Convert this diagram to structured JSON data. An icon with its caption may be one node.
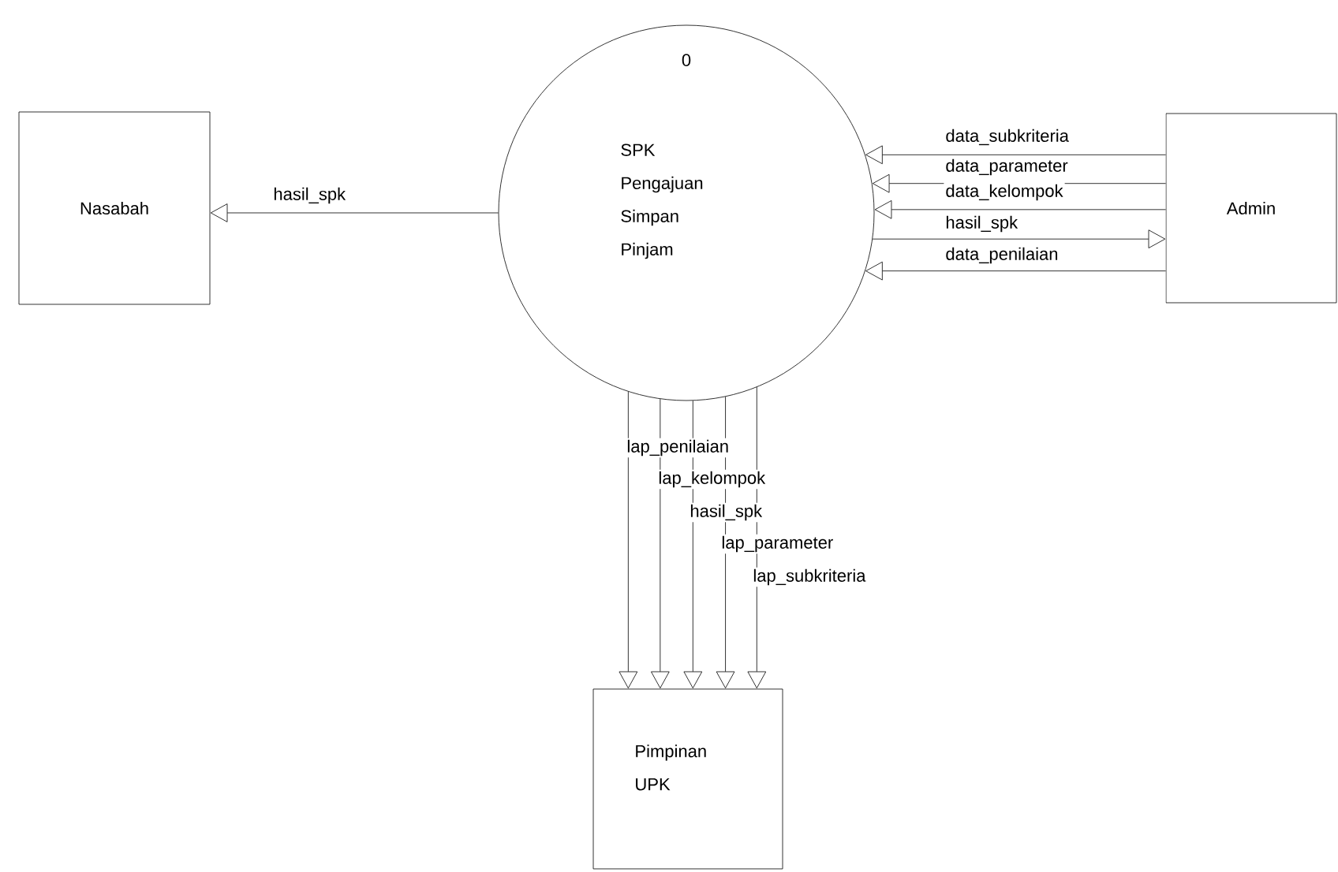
{
  "diagram": {
    "nodes": [
      {
        "text": [
          "0",
          "SPK Pengajuan Simpan Pinjam"
        ]
      },
      {
        "text": [
          "Nasabah"
        ]
      },
      {
        "text": [
          "Admin"
        ]
      },
      {
        "text": [
          "Pimpinan UPK"
        ]
      }
    ],
    "edges": [
      {
        "from": 0,
        "to": 1,
        "arrow": "to",
        "label": "hasil_spk"
      },
      {
        "from": 2,
        "to": 0,
        "arrow": "to",
        "label": "data_subkriteria"
      },
      {
        "from": 2,
        "to": 0,
        "arrow": "to",
        "label": "data_parameter"
      },
      {
        "from": 2,
        "to": 0,
        "arrow": "to",
        "label": "data_kelompok"
      },
      {
        "from": 0,
        "to": 2,
        "arrow": "to",
        "label": "hasil_spk"
      },
      {
        "from": 2,
        "to": 0,
        "arrow": "to",
        "label": "data_penilaian"
      },
      {
        "from": 0,
        "to": 3,
        "arrow": "to",
        "label": "lap_penilaian"
      },
      {
        "from": 0,
        "to": 3,
        "arrow": "to",
        "label": "lap_kelompok"
      },
      {
        "from": 0,
        "to": 3,
        "arrow": "to",
        "label": "hasil_spk"
      },
      {
        "from": 0,
        "to": 3,
        "arrow": "to",
        "label": "lap_parameter"
      },
      {
        "from": 0,
        "to": 3,
        "arrow": "to",
        "label": "lap_subkriteria"
      }
    ]
  }
}
